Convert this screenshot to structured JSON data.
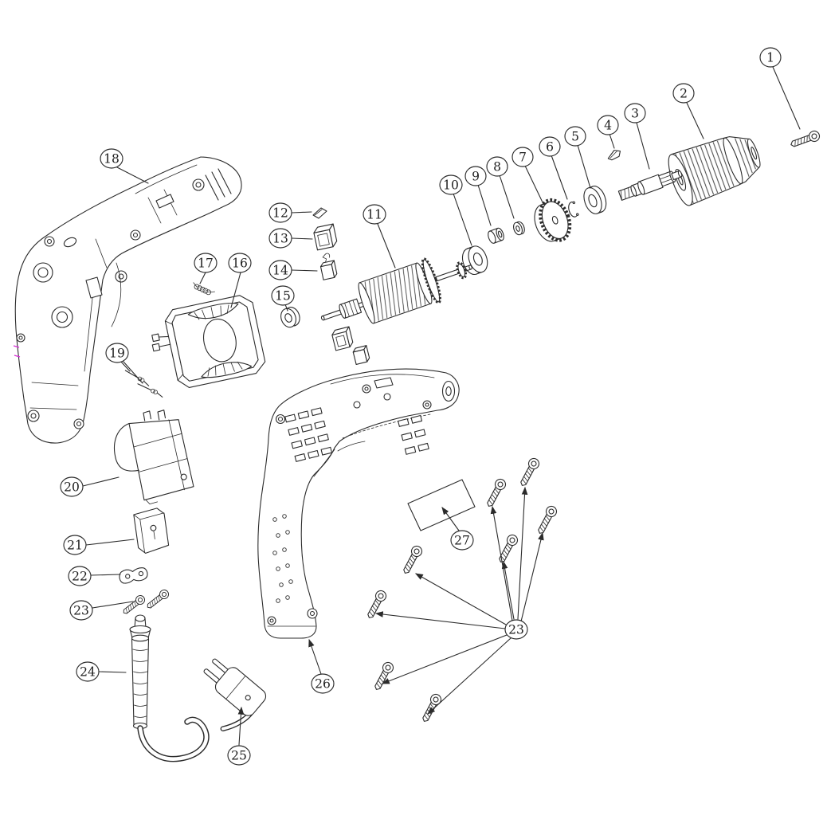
{
  "diagram": {
    "kind": "exploded-view-parts-diagram",
    "callouts": [
      {
        "label": "1"
      },
      {
        "label": "2"
      },
      {
        "label": "3"
      },
      {
        "label": "4"
      },
      {
        "label": "5"
      },
      {
        "label": "6"
      },
      {
        "label": "7"
      },
      {
        "label": "8"
      },
      {
        "label": "9"
      },
      {
        "label": "10"
      },
      {
        "label": "11"
      },
      {
        "label": "12"
      },
      {
        "label": "13"
      },
      {
        "label": "14"
      },
      {
        "label": "15"
      },
      {
        "label": "16"
      },
      {
        "label": "17"
      },
      {
        "label": "18"
      },
      {
        "label": "19"
      },
      {
        "label": "20"
      },
      {
        "label": "21"
      },
      {
        "label": "22"
      },
      {
        "label": "23"
      },
      {
        "label": "24"
      },
      {
        "label": "25"
      },
      {
        "label": "26"
      },
      {
        "label": "27"
      },
      {
        "label": "23"
      }
    ]
  },
  "style": {
    "line_color": "#2b2b2b",
    "background": "#ffffff",
    "mark_color": "#d62bd6"
  }
}
